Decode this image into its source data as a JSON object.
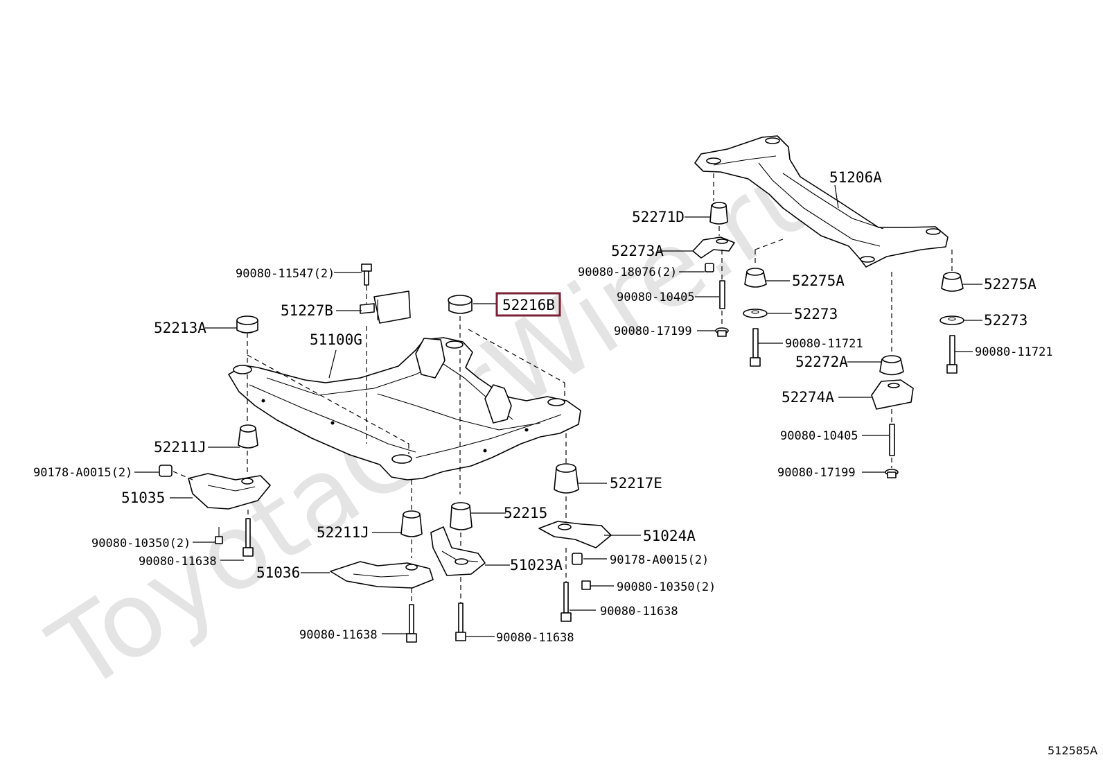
{
  "diagram_code": "512585A",
  "watermark": "ToyotaCarWire.ru",
  "highlight_color": "#7a1f35",
  "labels": {
    "p90080_11547": "90080-11547(2)",
    "p51227B": "51227B",
    "p52216B": "52216B",
    "p52213A": "52213A",
    "p51100G": "51100G",
    "p52211J_a": "52211J",
    "p90178_A0015_a": "90178-A0015(2)",
    "p51035": "51035",
    "p90080_10350_a": "90080-10350(2)",
    "p90080_11638_a": "90080-11638",
    "p52211J_b": "52211J",
    "p51036": "51036",
    "p90080_11638_b": "90080-11638",
    "p52215": "52215",
    "p51023A": "51023A",
    "p90080_11638_c": "90080-11638",
    "p52217E": "52217E",
    "p51024A": "51024A",
    "p90178_A0015_b": "90178-A0015(2)",
    "p90080_10350_b": "90080-10350(2)",
    "p90080_11638_d": "90080-11638",
    "p51206A": "51206A",
    "p52271D": "52271D",
    "p52273A": "52273A",
    "p90080_18076": "90080-18076(2)",
    "p90080_10405_a": "90080-10405",
    "p90080_17199_a": "90080-17199",
    "p52275A_a": "52275A",
    "p52273_a": "52273",
    "p90080_11721_a": "90080-11721",
    "p52272A": "52272A",
    "p52274A": "52274A",
    "p90080_10405_b": "90080-10405",
    "p90080_17199_b": "90080-17199",
    "p52275A_b": "52275A",
    "p52273_b": "52273",
    "p90080_11721_b": "90080-11721"
  }
}
